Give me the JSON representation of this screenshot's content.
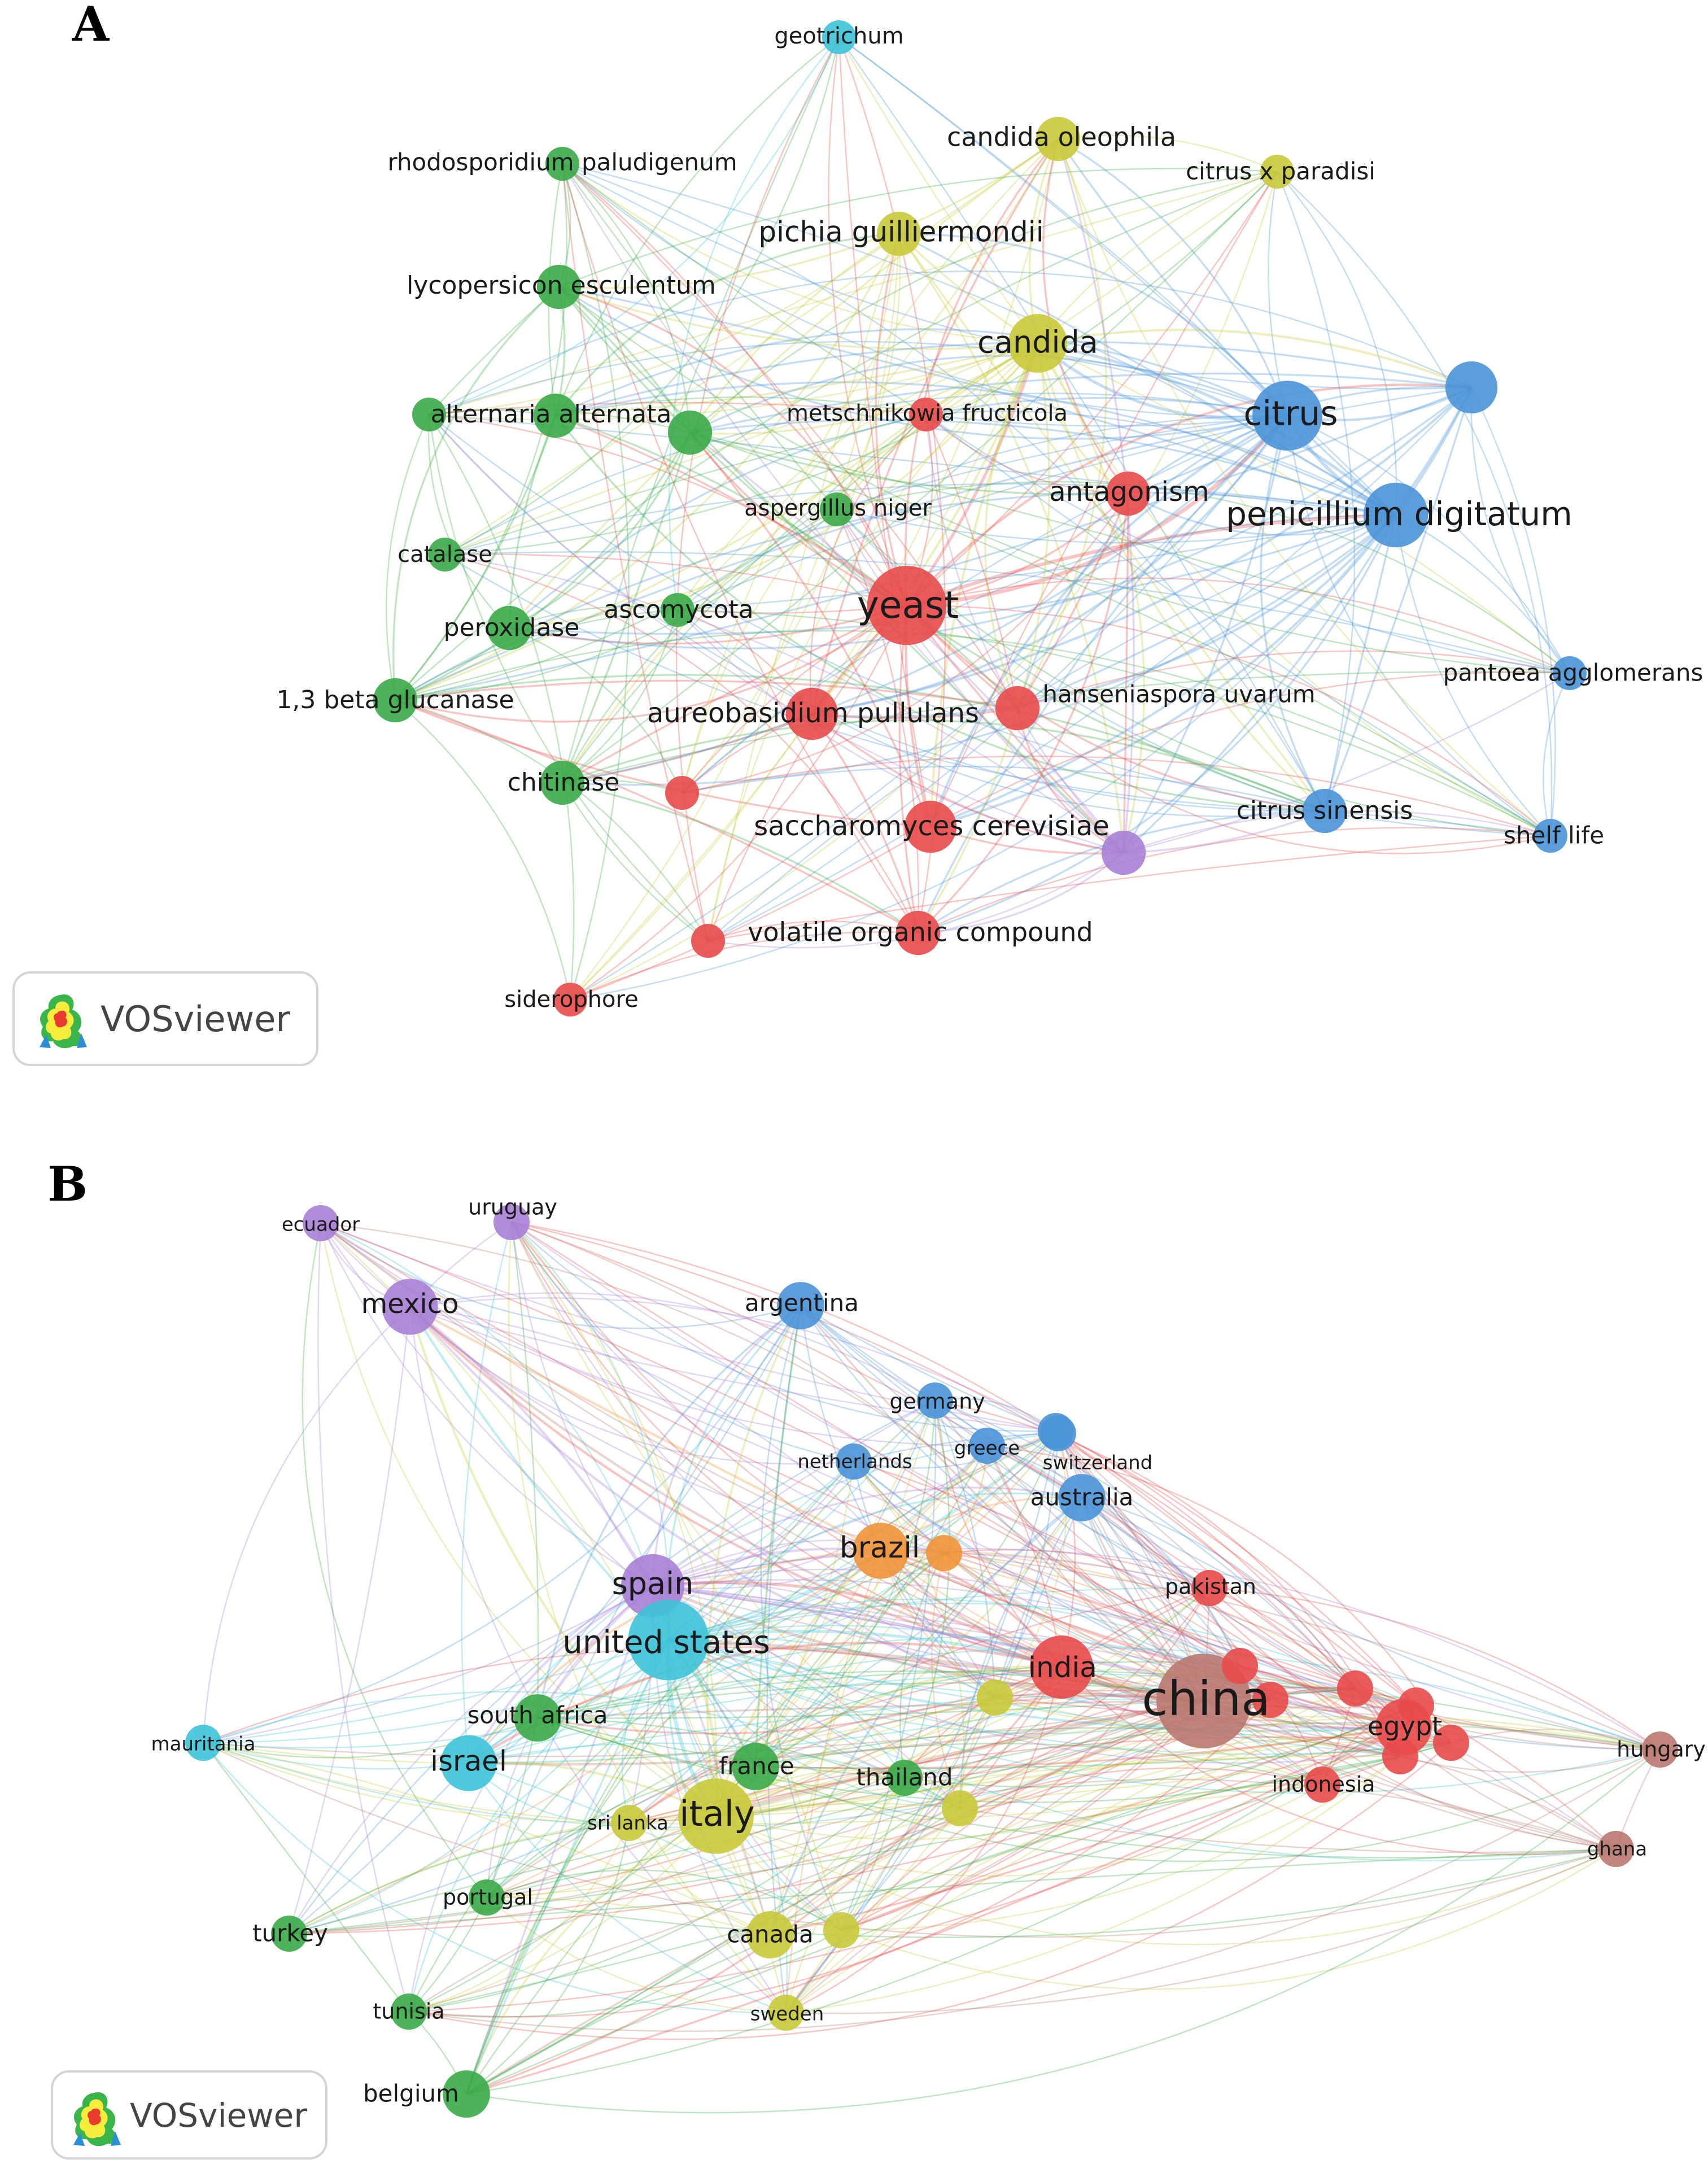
{
  "panels": [
    {
      "id": "A",
      "letter": "A",
      "brand": "VOSviewer",
      "nodes": [
        {
          "id": "geotrichum",
          "label": "geotrichum",
          "cluster": "cyan",
          "weight": 1
        },
        {
          "id": "candida-oleophila",
          "label": "candida oleophila",
          "cluster": "yellow",
          "weight": 2
        },
        {
          "id": "citrus-x-paradisi",
          "label": "citrus x paradisi",
          "cluster": "yellow",
          "weight": 1
        },
        {
          "id": "rhodosporidium",
          "label": "rhodosporidium paludigenum",
          "cluster": "green",
          "weight": 1
        },
        {
          "id": "pichia",
          "label": "pichia guilliermondii",
          "cluster": "yellow",
          "weight": 2
        },
        {
          "id": "lycopersicon",
          "label": "lycopersicon esculentum",
          "cluster": "green",
          "weight": 2
        },
        {
          "id": "candida",
          "label": "candida",
          "cluster": "yellow",
          "weight": 4
        },
        {
          "id": "blue-unlabeled",
          "label": "",
          "cluster": "blue",
          "weight": 3
        },
        {
          "id": "alternaria",
          "label": "alternaria alternata",
          "cluster": "green",
          "weight": 2
        },
        {
          "id": "green-unlabeled-1",
          "label": "",
          "cluster": "green",
          "weight": 1
        },
        {
          "id": "green-unlabeled-2",
          "label": "",
          "cluster": "green",
          "weight": 2
        },
        {
          "id": "metschnikowia",
          "label": "metschnikowia fructicola",
          "cluster": "red",
          "weight": 1
        },
        {
          "id": "citrus",
          "label": "citrus",
          "cluster": "blue",
          "weight": 6
        },
        {
          "id": "antagonism",
          "label": "antagonism",
          "cluster": "red",
          "weight": 2
        },
        {
          "id": "aspergillus",
          "label": "aspergillus niger",
          "cluster": "green",
          "weight": 1
        },
        {
          "id": "penicillium",
          "label": "penicillium digitatum",
          "cluster": "blue",
          "weight": 5
        },
        {
          "id": "catalase",
          "label": "catalase",
          "cluster": "green",
          "weight": 1
        },
        {
          "id": "ascomycota",
          "label": "ascomycota",
          "cluster": "green",
          "weight": 1
        },
        {
          "id": "yeast",
          "label": "yeast",
          "cluster": "red",
          "weight": 8
        },
        {
          "id": "peroxidase",
          "label": "peroxidase",
          "cluster": "green",
          "weight": 2
        },
        {
          "id": "glucanase",
          "label": "1,3 beta glucanase",
          "cluster": "green",
          "weight": 2
        },
        {
          "id": "aureobasidium",
          "label": "aureobasidium pullulans",
          "cluster": "red",
          "weight": 3
        },
        {
          "id": "hanseniaspora",
          "label": "hanseniaspora uvarum",
          "cluster": "red",
          "weight": 2
        },
        {
          "id": "pantoea",
          "label": "pantoea agglomerans",
          "cluster": "blue",
          "weight": 1
        },
        {
          "id": "chitinase",
          "label": "chitinase",
          "cluster": "green",
          "weight": 2
        },
        {
          "id": "red-unlabeled-1",
          "label": "",
          "cluster": "red",
          "weight": 1
        },
        {
          "id": "saccharomyces",
          "label": "saccharomyces cerevisiae",
          "cluster": "red",
          "weight": 3
        },
        {
          "id": "purple-unlabeled",
          "label": "",
          "cluster": "purple",
          "weight": 2
        },
        {
          "id": "citrus-sinensis",
          "label": "citrus sinensis",
          "cluster": "blue",
          "weight": 2
        },
        {
          "id": "shelf-life",
          "label": "shelf life",
          "cluster": "blue",
          "weight": 1
        },
        {
          "id": "red-unlabeled-2",
          "label": "",
          "cluster": "red",
          "weight": 1
        },
        {
          "id": "voc",
          "label": "volatile organic compound",
          "cluster": "red",
          "weight": 2
        },
        {
          "id": "siderophore",
          "label": "siderophore",
          "cluster": "red",
          "weight": 1
        }
      ]
    },
    {
      "id": "B",
      "letter": "B",
      "brand": "VOSviewer",
      "nodes": [
        {
          "id": "ecuador",
          "label": "ecuador",
          "cluster": "purple",
          "weight": 1
        },
        {
          "id": "uruguay",
          "label": "uruguay",
          "cluster": "purple",
          "weight": 1
        },
        {
          "id": "mexico",
          "label": "mexico",
          "cluster": "purple",
          "weight": 3
        },
        {
          "id": "argentina",
          "label": "argentina",
          "cluster": "blue",
          "weight": 2
        },
        {
          "id": "germany",
          "label": "germany",
          "cluster": "blue",
          "weight": 1
        },
        {
          "id": "netherlands",
          "label": "netherlands",
          "cluster": "blue",
          "weight": 1
        },
        {
          "id": "greece",
          "label": "greece",
          "cluster": "blue",
          "weight": 1
        },
        {
          "id": "switzerland",
          "label": "switzerland",
          "cluster": "blue",
          "weight": 1
        },
        {
          "id": "australia",
          "label": "australia",
          "cluster": "blue",
          "weight": 2
        },
        {
          "id": "brazil",
          "label": "brazil",
          "cluster": "orange",
          "weight": 3
        },
        {
          "id": "orange-unlabeled",
          "label": "",
          "cluster": "orange",
          "weight": 1
        },
        {
          "id": "pakistan",
          "label": "pakistan",
          "cluster": "red",
          "weight": 1
        },
        {
          "id": "spain",
          "label": "spain",
          "cluster": "purple",
          "weight": 4
        },
        {
          "id": "united-states",
          "label": "united states",
          "cluster": "cyan",
          "weight": 7
        },
        {
          "id": "india",
          "label": "india",
          "cluster": "red",
          "weight": 4
        },
        {
          "id": "china",
          "label": "china",
          "cluster": "brown",
          "weight": 10
        },
        {
          "id": "yellow-unlabeled-1",
          "label": "",
          "cluster": "yellow",
          "weight": 1
        },
        {
          "id": "south-africa",
          "label": "south africa",
          "cluster": "green",
          "weight": 2
        },
        {
          "id": "egypt",
          "label": "egypt",
          "cluster": "red",
          "weight": 3
        },
        {
          "id": "mauritania",
          "label": "mauritania",
          "cluster": "cyan",
          "weight": 1
        },
        {
          "id": "israel",
          "label": "israel",
          "cluster": "cyan",
          "weight": 3
        },
        {
          "id": "france",
          "label": "france",
          "cluster": "green",
          "weight": 2
        },
        {
          "id": "thailand",
          "label": "thailand",
          "cluster": "green",
          "weight": 1
        },
        {
          "id": "indonesia",
          "label": "indonesia",
          "cluster": "red",
          "weight": 1
        },
        {
          "id": "hungary",
          "label": "hungary",
          "cluster": "brown",
          "weight": 1
        },
        {
          "id": "italy",
          "label": "italy",
          "cluster": "yellow",
          "weight": 6
        },
        {
          "id": "sri-lanka",
          "label": "sri lanka",
          "cluster": "yellow",
          "weight": 1
        },
        {
          "id": "yellow-unlabeled-2",
          "label": "",
          "cluster": "yellow",
          "weight": 1
        },
        {
          "id": "ghana",
          "label": "ghana",
          "cluster": "brown",
          "weight": 1
        },
        {
          "id": "portugal",
          "label": "portugal",
          "cluster": "green",
          "weight": 1
        },
        {
          "id": "turkey",
          "label": "turkey",
          "cluster": "green",
          "weight": 1
        },
        {
          "id": "canada",
          "label": "canada",
          "cluster": "yellow",
          "weight": 2
        },
        {
          "id": "yellow-unlabeled-3",
          "label": "",
          "cluster": "yellow",
          "weight": 1
        },
        {
          "id": "tunisia",
          "label": "tunisia",
          "cluster": "green",
          "weight": 1
        },
        {
          "id": "sweden",
          "label": "sweden",
          "cluster": "yellow",
          "weight": 1
        },
        {
          "id": "belgium",
          "label": "belgium",
          "cluster": "green",
          "weight": 2
        },
        {
          "id": "red-unlabeled-a",
          "label": "",
          "cluster": "red",
          "weight": 1
        },
        {
          "id": "red-unlabeled-b",
          "label": "",
          "cluster": "red",
          "weight": 1
        },
        {
          "id": "red-unlabeled-c",
          "label": "",
          "cluster": "red",
          "weight": 1
        },
        {
          "id": "red-unlabeled-d",
          "label": "",
          "cluster": "red",
          "weight": 1
        },
        {
          "id": "red-unlabeled-e",
          "label": "",
          "cluster": "red",
          "weight": 1
        },
        {
          "id": "red-unlabeled-f",
          "label": "",
          "cluster": "red",
          "weight": 1
        },
        {
          "id": "blue-unlabeled-b",
          "label": "",
          "cluster": "blue",
          "weight": 1
        }
      ]
    }
  ],
  "cluster_colors": {
    "red": "#e84a4a",
    "green": "#3aaa47",
    "blue": "#4a94d8",
    "yellow": "#c9c93a",
    "purple": "#a77fd6",
    "cyan": "#3ec3d8",
    "orange": "#f0943a",
    "brown": "#b9786f"
  }
}
